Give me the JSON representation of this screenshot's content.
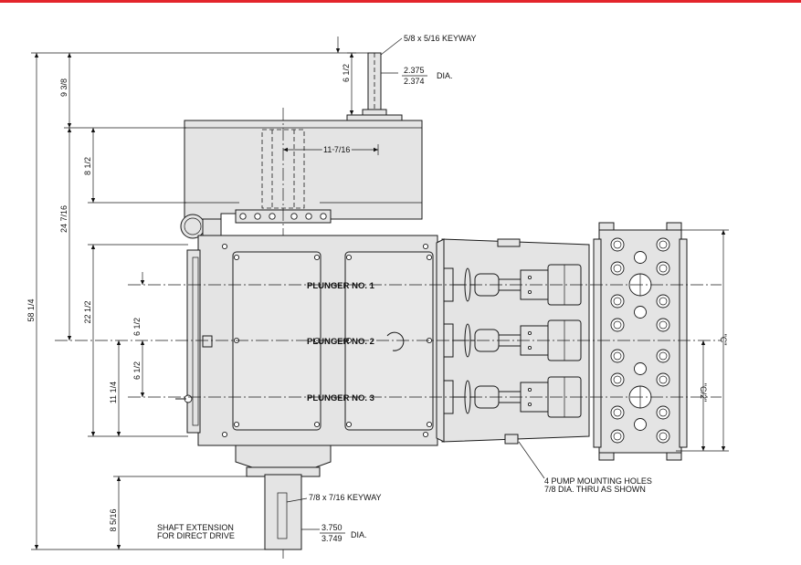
{
  "colors": {
    "header_rule": "#e3242b",
    "ink": "#1a1a1a",
    "body_shade": "#e4e4e4"
  },
  "callouts": {
    "top_keyway": "5/8 x 5/16 KEYWAY",
    "top_dia_upper": "2.375",
    "top_dia_lower": "2.374",
    "top_dia_unit": "DIA.",
    "dim_11_7_16": "11 7/16",
    "bottom_keyway": "7/8 x 7/16 KEYWAY",
    "shaft_ext_line1": "SHAFT EXTENSION",
    "shaft_ext_line2": "FOR DIRECT DRIVE",
    "bottom_dia_upper": "3.750",
    "bottom_dia_lower": "3.749",
    "bottom_dia_unit": "DIA.",
    "mount_line1": "4 PUMP MOUNTING HOLES",
    "mount_line2": "7/8 DIA. THRU AS SHOWN"
  },
  "plungers": {
    "p1": "PLUNGER NO. 1",
    "p2": "PLUNGER NO. 2",
    "p3": "PLUNGER NO. 3"
  },
  "dimensions": {
    "overall": "58 1/4",
    "d_9_3_8": "9 3/8",
    "d_24_7_16": "24 7/16",
    "d_8_1_2": "8 1/2",
    "d_6_1_2_top": "6 1/2",
    "d_22_1_2": "22 1/2",
    "d_6_1_2_a": "6 1/2",
    "d_6_1_2_b": "6 1/2",
    "d_11_1_4": "11 1/4",
    "d_8_5_16": "8 5/16",
    "c_full": "\"C\"",
    "c_half": "\"C/2\""
  }
}
